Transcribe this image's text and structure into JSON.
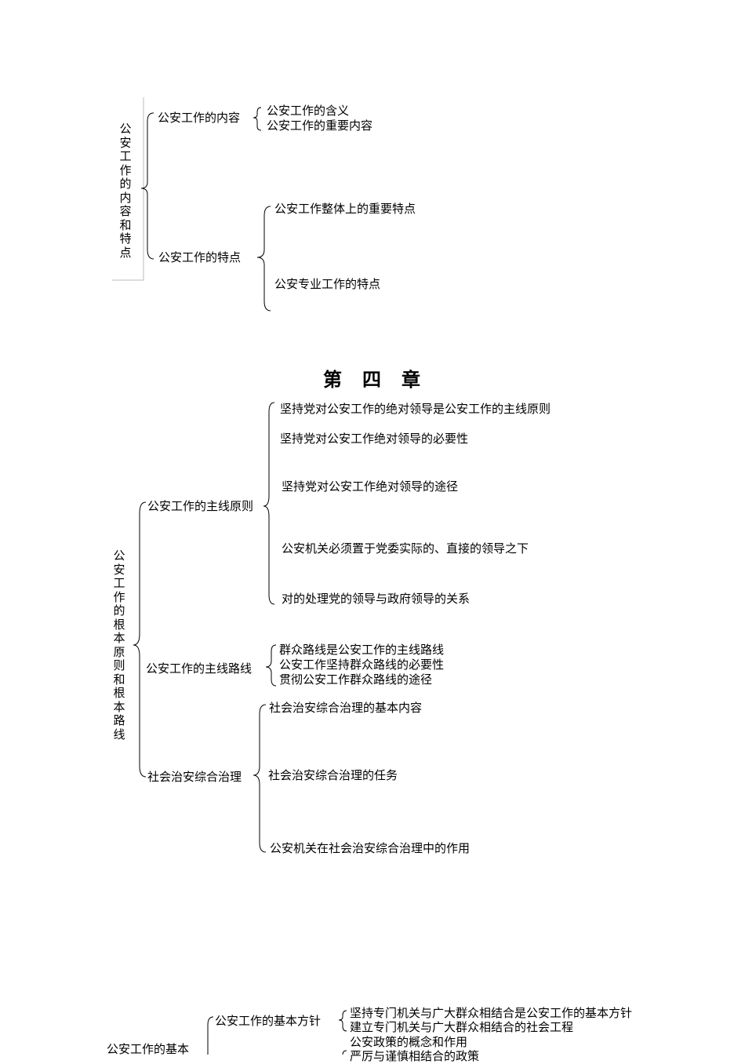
{
  "section1": {
    "root": "公安工作的内容和特点",
    "b1": {
      "label": "公安工作的内容",
      "items": [
        "公安工作的含义",
        "公安工作的重要内容"
      ]
    },
    "b2": {
      "label": "公安工作的特点",
      "items": [
        "公安工作整体上的重要特点",
        "公安专业工作的特点"
      ]
    }
  },
  "chapter_heading": "第四章",
  "section2": {
    "root": "公安工作的根本原则和根本路线",
    "b1": {
      "label": "公安工作的主线原则",
      "items": [
        "坚持党对公安工作的绝对领导是公安工作的主线原则",
        "坚持党对公安工作绝对领导的必要性",
        "坚持党对公安工作绝对领导的途径",
        "公安机关必须置于党委实际的、直接的领导之下",
        "对的处理党的领导与政府领导的关系"
      ]
    },
    "b2": {
      "label": "公安工作的主线路线",
      "items": [
        "群众路线是公安工作的主线路线",
        "公安工作坚持群众路线的必要性",
        "贯彻公安工作群众路线的途径"
      ]
    },
    "b3": {
      "label": "社会治安综合治理",
      "items": [
        "社会治安综合治理的基本内容",
        "社会治安综合治理的任务",
        "公安机关在社会治安综合治理中的作用"
      ]
    }
  },
  "section3": {
    "root": "公安工作的基本",
    "b1": {
      "label": "公安工作的基本方针",
      "items": [
        "坚持专门机关与广大群众相结合是公安工作的基本方针",
        "建立专门机关与广大群众相结合的社会工程"
      ]
    },
    "b2": {
      "items": [
        "公安政策的概念和作用",
        "严厉与谨慎相结合的政策"
      ]
    }
  }
}
